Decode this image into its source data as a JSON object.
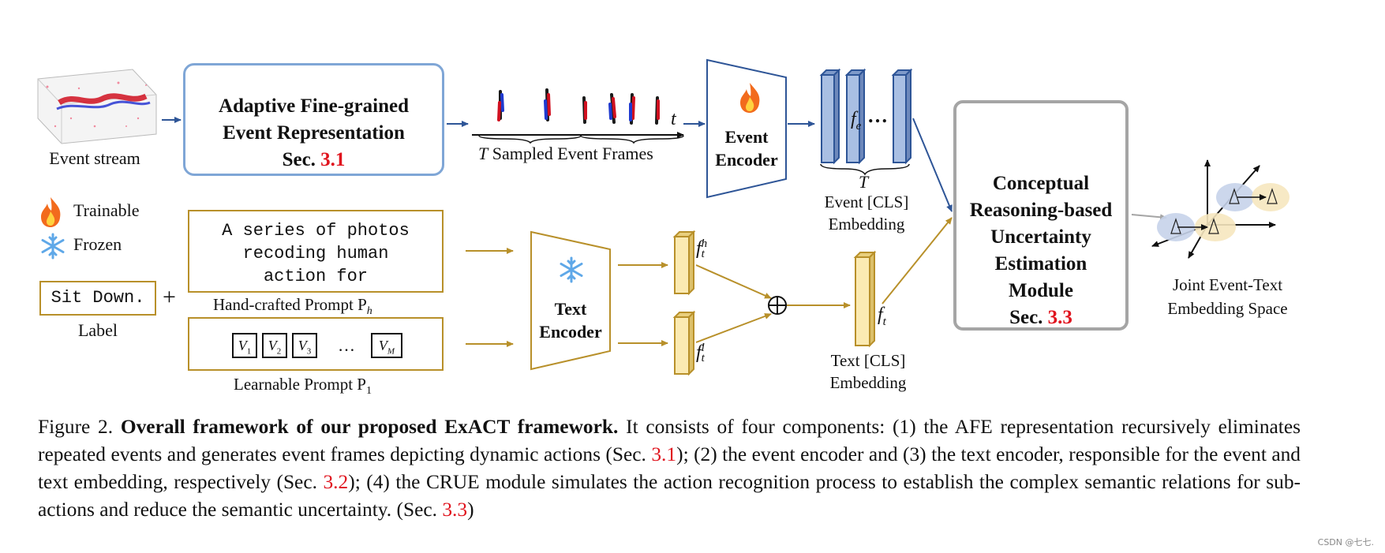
{
  "figure": {
    "event_stream_label": "Event stream",
    "afe_box": {
      "line1": "Adaptive Fine-grained",
      "line2": "Event Representation",
      "sec_prefix": "Sec. ",
      "sec_ref": "3.1"
    },
    "frames": {
      "t_symbol": "t",
      "caption_T": "T",
      "caption_rest": " Sampled Event Frames"
    },
    "event_encoder": {
      "line1": "Event",
      "line2": "Encoder"
    },
    "event_embedding": {
      "fe": "f",
      "fe_sub": "e",
      "dots": "…",
      "T": "T",
      "label_line1": "Event [CLS]",
      "label_line2": "Embedding"
    },
    "legend": {
      "trainable": "Trainable",
      "frozen": "Frozen"
    },
    "hand_prompt": {
      "line1": "A series of photos",
      "line2": "recoding human",
      "line3": "action for",
      "label": "Hand-crafted Prompt P",
      "label_sub": "h"
    },
    "label_box": {
      "text": "Sit Down.",
      "plus": "+",
      "label": "Label"
    },
    "learnable_prompt": {
      "v1": "V",
      "v1s": "1",
      "v2": "V",
      "v2s": "2",
      "v3": "V",
      "v3s": "3",
      "dots": "…",
      "vm": "V",
      "vms": "M",
      "label": "Learnable Prompt P",
      "label_sub": "1"
    },
    "text_encoder": {
      "line1": "Text",
      "line2": "Encoder"
    },
    "text_features": {
      "fth": "f",
      "fth_sub": "t",
      "fth_sup": "h",
      "ftl": "f",
      "ftl_sub": "t",
      "ftl_sup": "l",
      "oplus": "⊕",
      "ft": "f",
      "ft_sub": "t",
      "label_line1": "Text [CLS]",
      "label_line2": "Embedding"
    },
    "crue": {
      "line1": "Conceptual",
      "line2": "Reasoning-based",
      "line3": "Uncertainty",
      "line4": "Estimation",
      "line5": "Module",
      "sec_prefix": "Sec. ",
      "sec_ref": "3.3"
    },
    "joint_space": {
      "line1": "Joint Event-Text",
      "line2": "Embedding Space"
    }
  },
  "caption": {
    "prefix": "Figure 2.  ",
    "bold": "Overall framework of our proposed ExACT framework.",
    "t1": "  It consists of four components: (1) the AFE representation recursively eliminates repeated events and generates event frames depicting dynamic actions (Sec. ",
    "r1": "3.1",
    "t2": "); (2) the event encoder and (3) the text encoder, responsible for the event and text embedding, respectively (Sec. ",
    "r2": "3.2",
    "t3": "); (4) the CRUE module simulates the action recognition process to establish the complex semantic relations for sub-actions and reduce the semantic uncertainty. (Sec. ",
    "r3": "3.3",
    "t4": ")"
  },
  "watermark": "CSDN @七七.",
  "colors": {
    "blue": "#2e5597",
    "gold": "#b8902a",
    "red": "#e0141e",
    "gray": "#a5a5a5",
    "event_bar": "#a9bfe3",
    "text_bar": "#fbeab2"
  },
  "icons": [
    "fire-icon",
    "snowflake-icon",
    "brain-head-icon"
  ]
}
